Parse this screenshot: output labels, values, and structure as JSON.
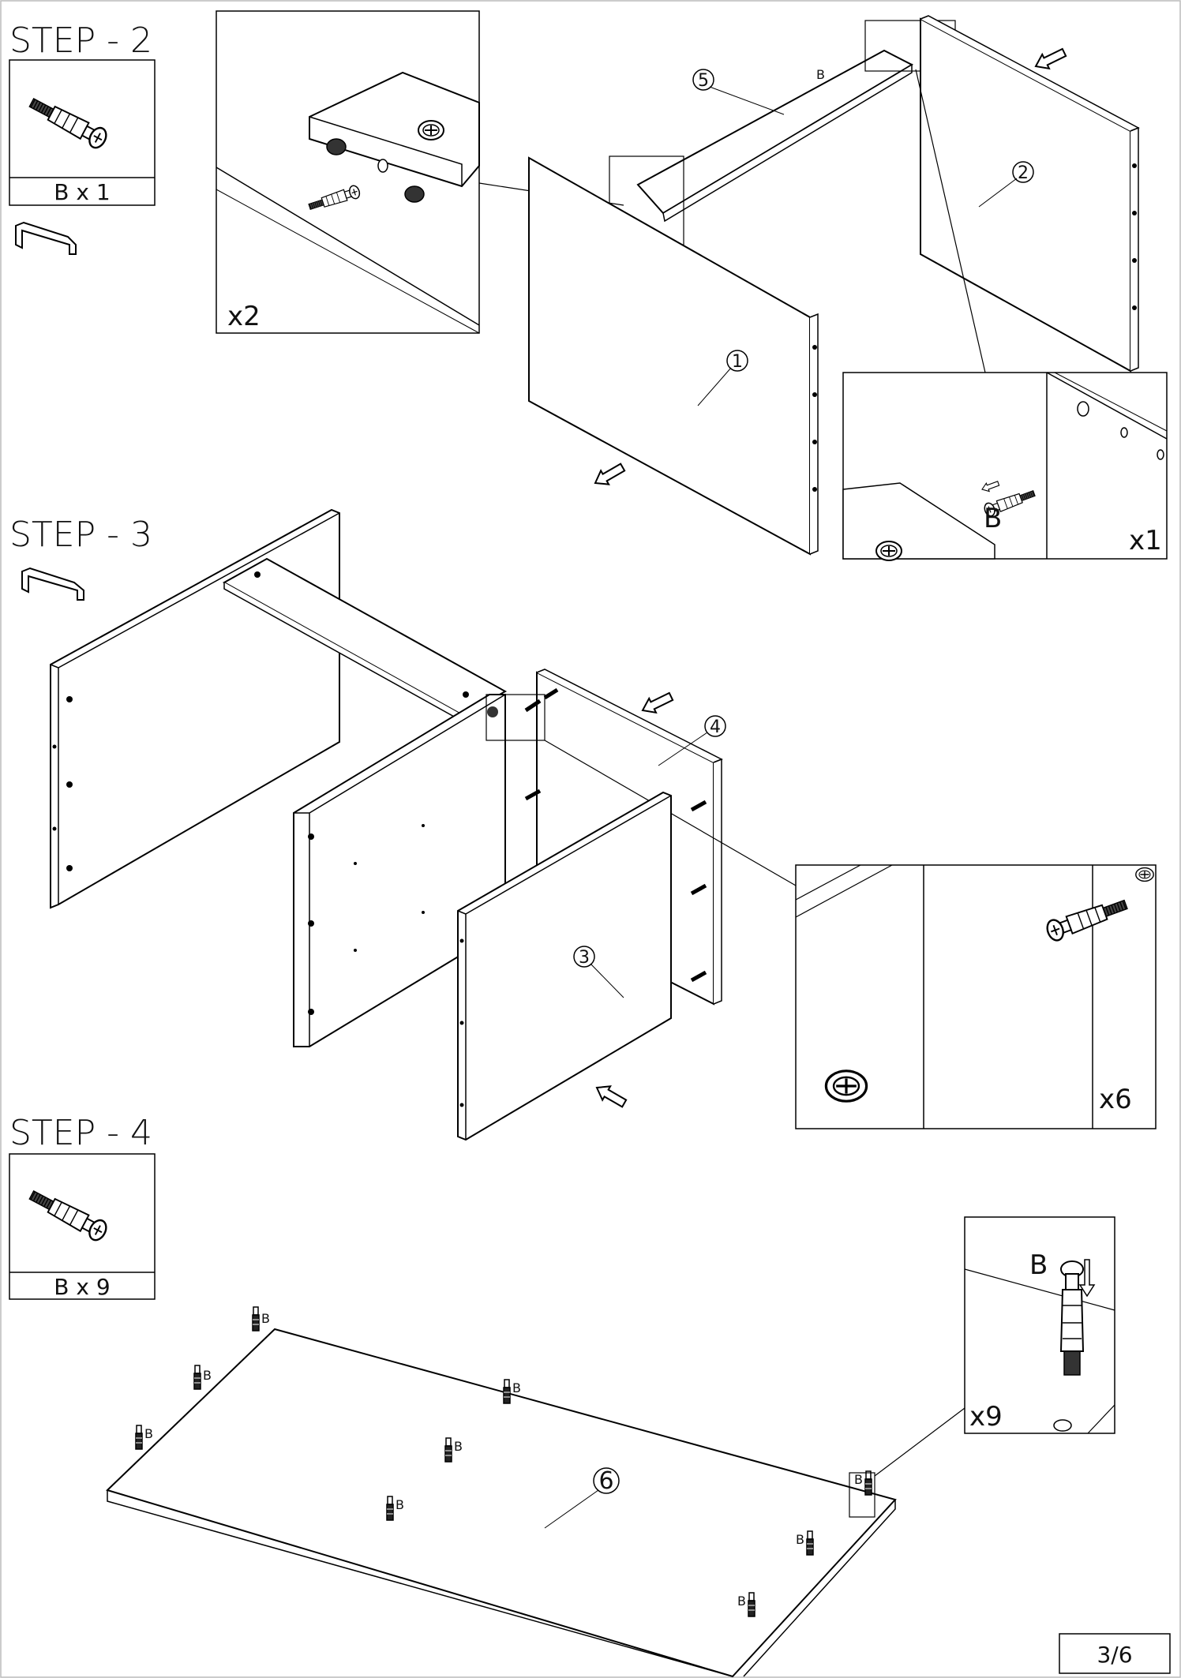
{
  "steps": [
    {
      "title": "STEP - 2",
      "hardware_count": "B x 1"
    },
    {
      "title": "STEP - 3"
    },
    {
      "title": "STEP - 4",
      "hardware_count": "B x 9"
    }
  ],
  "callouts": {
    "step2_left": "x2",
    "step2_right": "x1",
    "step3": "x6",
    "step4": "x9"
  },
  "hardware_letter": "B",
  "parts": [
    "1",
    "2",
    "3",
    "4",
    "5",
    "6"
  ],
  "page_number": "3/6",
  "icons": {
    "cam_bolt": "cam-bolt-icon",
    "allen_key": "allen-key-icon",
    "cam_lock": "cam-lock-icon",
    "arrow": "push-arrow-icon"
  }
}
